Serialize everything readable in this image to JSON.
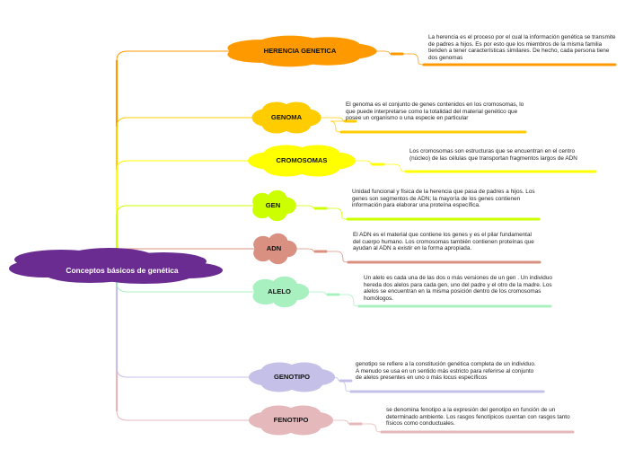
{
  "root": {
    "label": "Conceptos básicos de genética",
    "color": "#6b2c91"
  },
  "topics": [
    {
      "label": "HERENCIA GENETICA",
      "color": "#ff9900",
      "description": "La herencia es el proceso por el cual la información genética se transmite de padres a hijos. Es por esto que los miembros de la misma familia tienden a tener características similares. De hecho, cada persona tiene dos genomas"
    },
    {
      "label": "GENOMA",
      "color": "#ffcc00",
      "description": "El genoma es el conjunto de genes contenidos en los cromosomas, lo que puede interpretarse como la totalidad del material genético que posee un organismo o una especie en particular"
    },
    {
      "label": "CROMOSOMAS",
      "color": "#ffff00",
      "description": "Los cromosomas son estructuras que se encuentran en el centro (núcleo) de las células que transportan fragmentos largos de ADN"
    },
    {
      "label": "GEN",
      "color": "#ccff00",
      "description": "Unidad funcional y física de la herencia que pasa de padres a hijos. Los genes son segmentos de ADN; la mayoría de los genes contienen información para elaborar una proteína específica."
    },
    {
      "label": "ADN",
      "color": "#d99080",
      "description": "El ADN es el material que contiene los genes y es el pilar fundamental del cuerpo humano. Los cromosomas también contienen proteínas que ayudan al ADN a existir en la forma apropiada."
    },
    {
      "label": "ALELO",
      "color": "#a8f0c0",
      "description": "Un alelo es cada una de las dos o más versiones de un gen . Un individuo hereda dos alelos para cada gen, uno del padre y el otro de la madre. Los alelos se encuentran en la misma posición dentro de los cromosomas homólogos."
    },
    {
      "label": "GENOTIPO",
      "color": "#c4c0e8",
      "description": "genotipo se refiere a la constitución genética completa de un individuo. A menudo se usa en un sentido más estricto para referirse al conjunto de alelos presentes en uno o más locus específicos"
    },
    {
      "label": "FENOTIPO",
      "color": "#e5b8bc",
      "description": "se denomina fenotipo a la expresión del genotipo en función de un determinado ambiente. Los rasgos fenotípicos cuentan con rasgos tanto físicos como conductuales."
    }
  ]
}
